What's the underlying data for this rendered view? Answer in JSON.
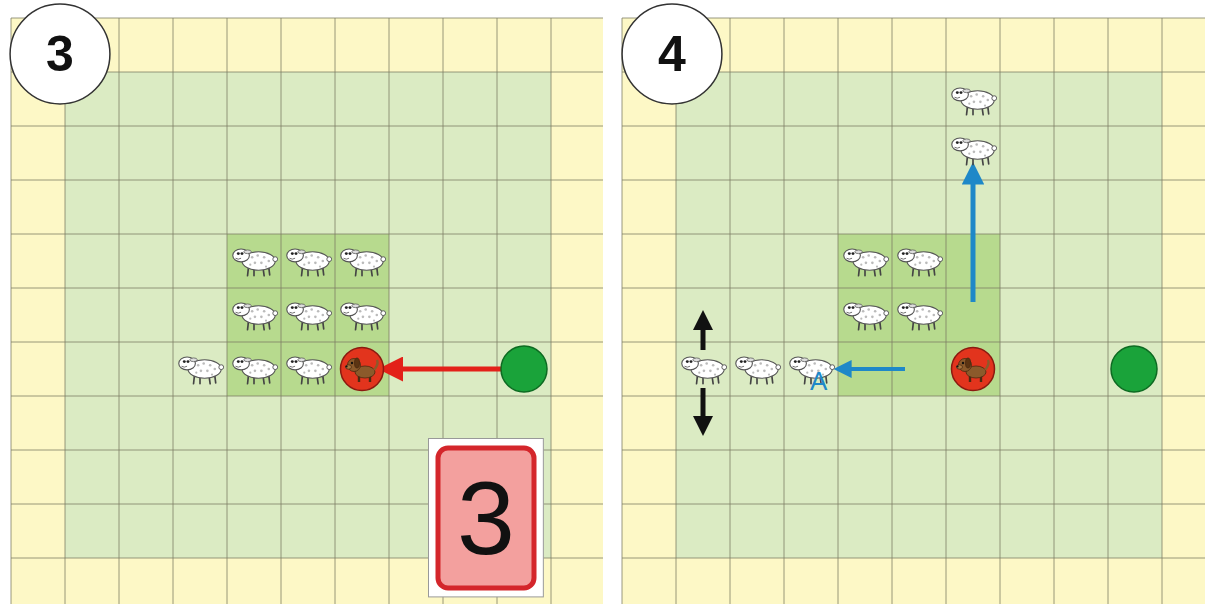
{
  "diagram": {
    "nodes": [
      {
        "text": [
          "3"
        ]
      },
      {
        "text": [
          "3"
        ]
      },
      {
        "text": [
          "4"
        ]
      }
    ],
    "labels": [
      "A"
    ]
  }
}
